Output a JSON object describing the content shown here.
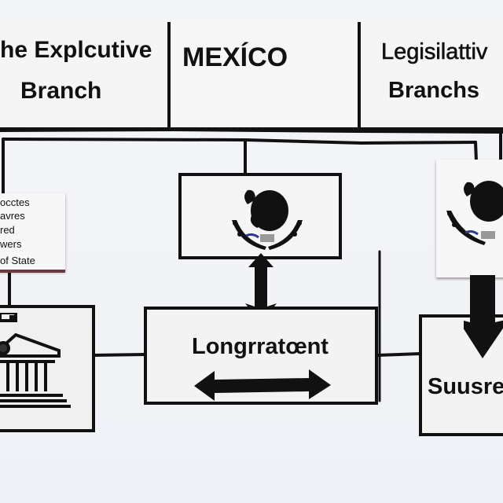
{
  "header": {
    "left_title_line1": "he Explcutive",
    "left_title_line2": "Branch",
    "center_title": "MEXÍCO",
    "right_title_line1": "Legisilattiv",
    "right_title_line2": "Branchs"
  },
  "left_note": {
    "lines": [
      "occtes",
      "avres",
      "red",
      "wers",
      "of State"
    ]
  },
  "center_emblem": {
    "icon": "mexican-coat-of-arms-icon"
  },
  "right_emblem": {
    "icon": "mexican-coat-of-arms-icon"
  },
  "middle_box": {
    "label": "Longrratœnt",
    "arrow": "double-horizontal-arrow"
  },
  "right_box": {
    "label": "Suusre"
  },
  "left_building": {
    "icon": "government-building-icon"
  },
  "colors": {
    "ink": "#111111",
    "paper": "#f3f3f3",
    "emblem_blue": "#2a3a8c"
  }
}
